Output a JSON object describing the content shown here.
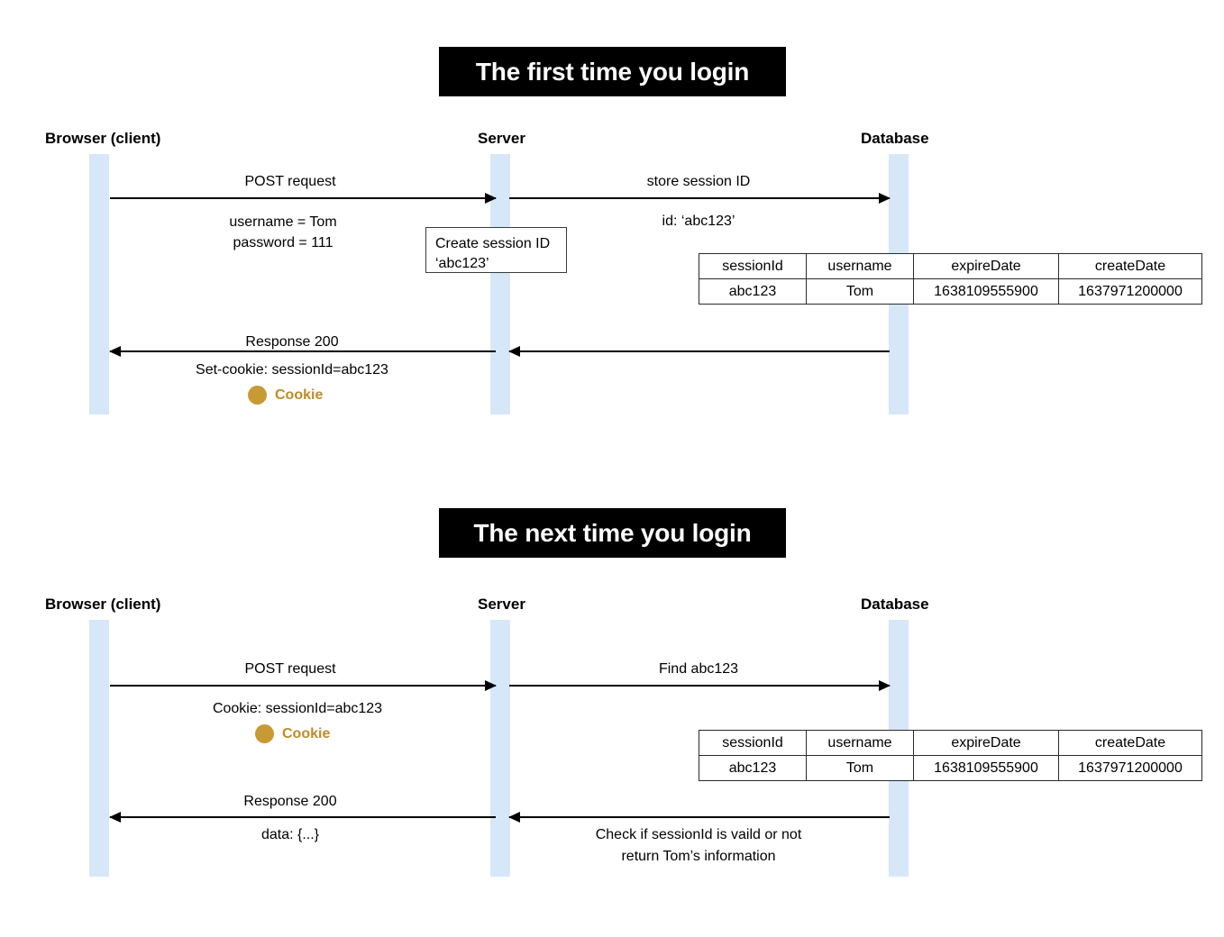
{
  "sections": [
    {
      "banner": "The first time you login",
      "actors": [
        "Browser (client)",
        "Server",
        "Database"
      ],
      "messages": {
        "post_request": "POST request",
        "post_detail_line1": "username = Tom",
        "post_detail_line2": "password = 111",
        "store_session": "store session ID",
        "store_detail": "id: ‘abc123’",
        "response": "Response 200",
        "set_cookie": "Set-cookie: sessionId=abc123"
      },
      "note": {
        "line1": "Create session ID",
        "line2": "‘abc123’"
      },
      "cookie_badge": "Cookie",
      "table": {
        "headers": [
          "sessionId",
          "username",
          "expireDate",
          "createDate"
        ],
        "rows": [
          [
            "abc123",
            "Tom",
            "1638109555900",
            "1637971200000"
          ]
        ]
      }
    },
    {
      "banner": "The next time you login",
      "actors": [
        "Browser (client)",
        "Server",
        "Database"
      ],
      "messages": {
        "post_request": "POST request",
        "post_detail": "Cookie: sessionId=abc123",
        "find": "Find abc123",
        "response": "Response 200",
        "response_detail": "data: {...}",
        "check_line1": "Check if sessionId is vaild or not",
        "check_line2": "return Tom’s information"
      },
      "cookie_badge": "Cookie",
      "table": {
        "headers": [
          "sessionId",
          "username",
          "expireDate",
          "createDate"
        ],
        "rows": [
          [
            "abc123",
            "Tom",
            "1638109555900",
            "1637971200000"
          ]
        ]
      }
    }
  ],
  "colors": {
    "lifeline": "#d6e7f8",
    "banner_bg": "#000000",
    "cookie": "#c89a33"
  }
}
